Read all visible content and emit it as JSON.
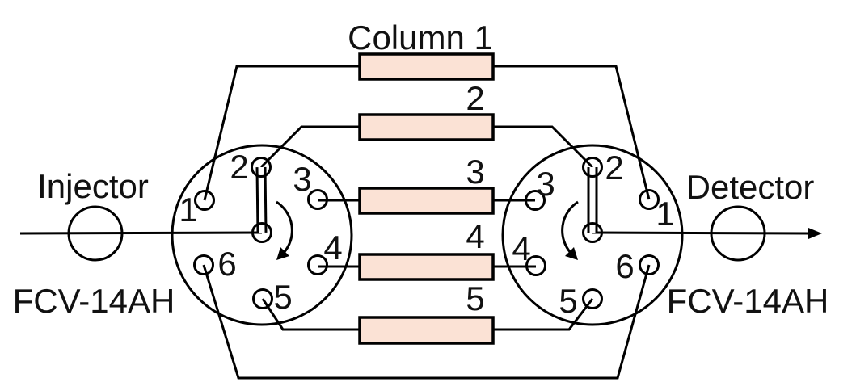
{
  "colors": {
    "background": "#ffffff",
    "line": "#000000",
    "column_fill": "#fbe2d5",
    "valve_fill": "#d9e9d7",
    "node_fill": "#f8f5c1",
    "port_fill": "#ffffff"
  },
  "injector": {
    "label": "Injector",
    "model": "FCV-14AH"
  },
  "detector": {
    "label": "Detector",
    "model": "FCV-14AH"
  },
  "columns": {
    "c1": "Column 1",
    "c2": "2",
    "c3": "3",
    "c4": "4",
    "c5": "5"
  },
  "left_valve": {
    "ports": [
      "1",
      "2",
      "3",
      "4",
      "5",
      "6"
    ]
  },
  "right_valve": {
    "ports": [
      "1",
      "2",
      "3",
      "4",
      "5",
      "6"
    ]
  }
}
